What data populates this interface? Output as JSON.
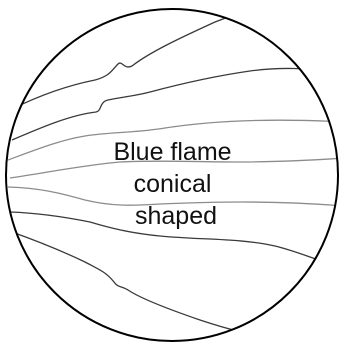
{
  "diagram": {
    "label_lines": [
      "Blue flame",
      "conical",
      "shaped"
    ],
    "colors": {
      "circle_stroke": "#000000",
      "streak_dark": "#3a3a3a",
      "streak_light": "#8c8c8c",
      "label": "#111111",
      "background": "#ffffff"
    }
  }
}
